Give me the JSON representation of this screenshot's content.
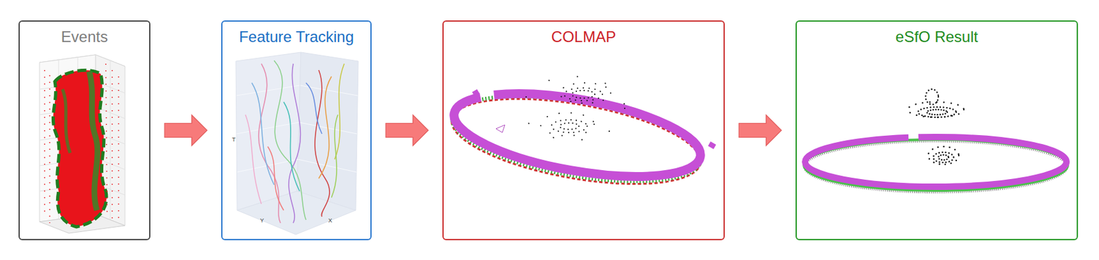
{
  "diagram": {
    "nodes": [
      {
        "text": [
          "Events"
        ]
      },
      {
        "text": [
          "Feature Tracking"
        ]
      },
      {
        "text": [
          "COLMAP"
        ]
      },
      {
        "text": [
          "eSfO Result"
        ]
      }
    ],
    "edges": [
      {
        "from": 0,
        "to": 1,
        "arrow": "to"
      },
      {
        "from": 1,
        "to": 2,
        "arrow": "to"
      },
      {
        "from": 2,
        "to": 3,
        "arrow": "to"
      }
    ],
    "labels": [
      "T",
      "Y",
      "X"
    ]
  }
}
